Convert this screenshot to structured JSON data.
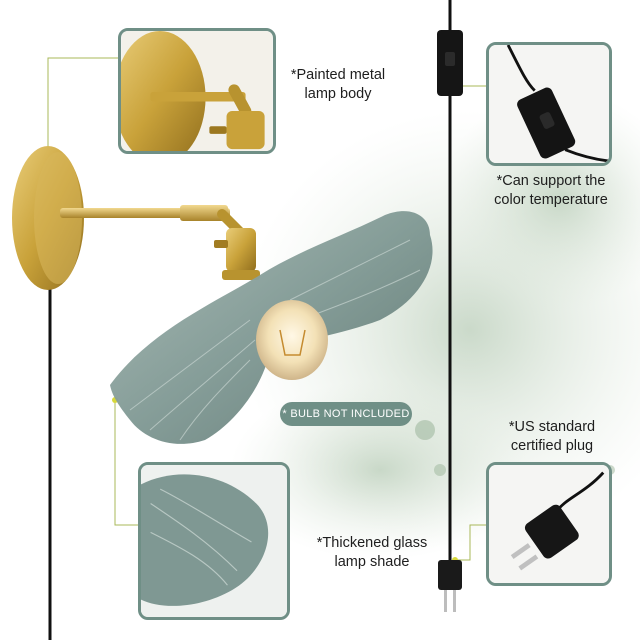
{
  "callouts": {
    "lamp_body": {
      "label": "*Painted metal\nlamp body"
    },
    "color_temp": {
      "label": "*Can support the\ncolor temperature"
    },
    "plug": {
      "label": "*US standard\ncertified plug"
    },
    "shade": {
      "label": "*Thickened glass\nlamp shade"
    }
  },
  "badge": {
    "text": "* BULB NOT INCLUDED"
  },
  "colors": {
    "accent": "#6f8f86",
    "brass": "#c9a23a",
    "glass": "#7f9893",
    "cord": "#111111"
  }
}
